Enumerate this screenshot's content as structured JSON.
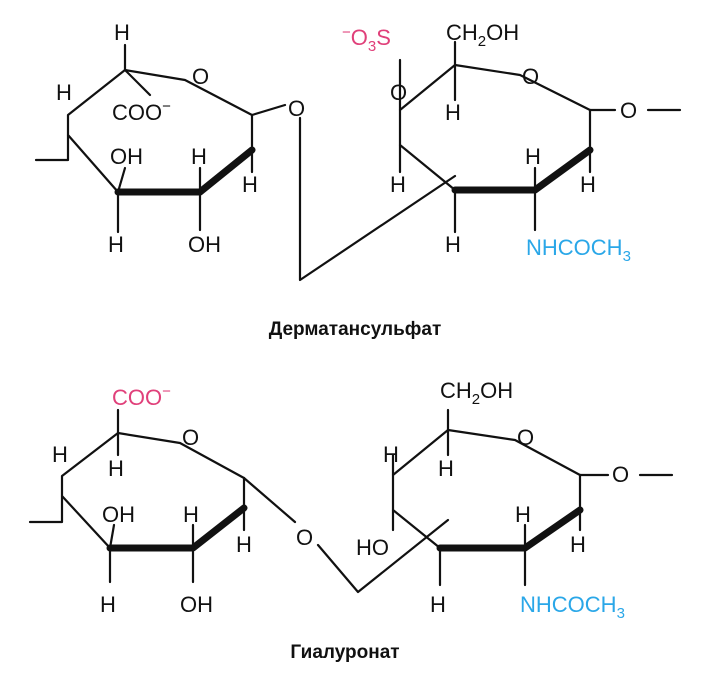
{
  "captions": {
    "top": "Дерматансульфат",
    "bottom": "Гиалуронат"
  },
  "atoms": {
    "H": "H",
    "O": "O",
    "OH": "OH",
    "HO": "HO",
    "COO": "COO",
    "minus": "−",
    "CH2OH_main": "CH",
    "CH2OH_sub": "2",
    "CH2OH_tail": "OH",
    "SO3_sup": "−",
    "SO3_main": "O",
    "SO3_sub": "3",
    "SO3_tail": "S",
    "NHCOCH3_main": "NHCOCH",
    "NHCOCH3_sub": "3",
    "link_O": "O"
  },
  "colors": {
    "black": "#111111",
    "carboxyl_pink": "#e0407a",
    "acetamido_blue": "#2aa7e8"
  }
}
